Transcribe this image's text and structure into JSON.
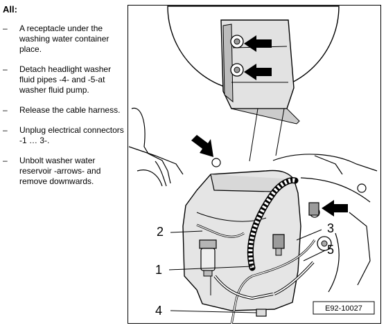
{
  "heading": "All:",
  "steps": [
    {
      "bullet": "–",
      "text": "A receptacle under the washing water container place."
    },
    {
      "bullet": "–",
      "text": "Detach headlight washer fluid pipes -4- and -5-at washer fluid pump."
    },
    {
      "bullet": "–",
      "text": "Release the cable harness."
    },
    {
      "bullet": "–",
      "text": "Unplug electrical connectors -1 … 3-."
    },
    {
      "bullet": "–",
      "text": "Unbolt washer water reservoir -arrows- and remove downwards."
    }
  ],
  "figure": {
    "code": "E92-10027",
    "callouts": [
      "1",
      "2",
      "3",
      "4",
      "5"
    ]
  }
}
